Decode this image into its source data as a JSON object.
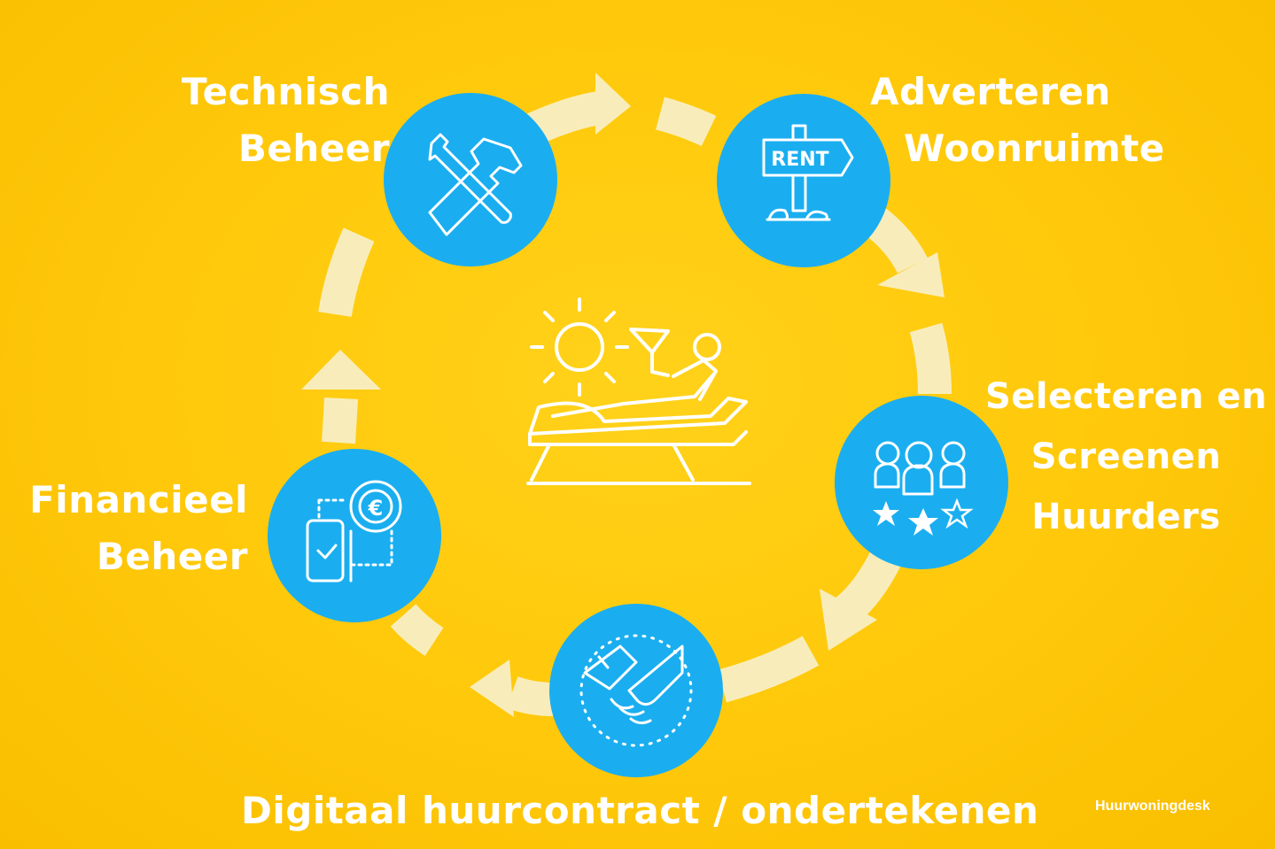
{
  "colors": {
    "background": "#FFC80A",
    "node": "#1AAEF0",
    "ring": "#F8EDBA",
    "text": "#FFFFFF"
  },
  "nodes": [
    {
      "id": "technisch",
      "lines": [
        "Technisch",
        "Beheer"
      ],
      "icon": "tools-icon"
    },
    {
      "id": "adverteren",
      "lines": [
        "Adverteren",
        "Woonruimte"
      ],
      "icon": "rent-sign-icon"
    },
    {
      "id": "selecteren",
      "lines": [
        "Selecteren en",
        "Screenen",
        "Huurders"
      ],
      "icon": "people-rating-icon"
    },
    {
      "id": "digitaal",
      "lines": [
        "Digitaal huurcontract / ondertekenen"
      ],
      "icon": "handshake-icon"
    },
    {
      "id": "financieel",
      "lines": [
        "Financieel",
        "Beheer"
      ],
      "icon": "payment-icon"
    }
  ],
  "center_icon": "relaxing-person-icon",
  "brand": "Huurwoningdesk",
  "rent_sign_text": "RENT"
}
